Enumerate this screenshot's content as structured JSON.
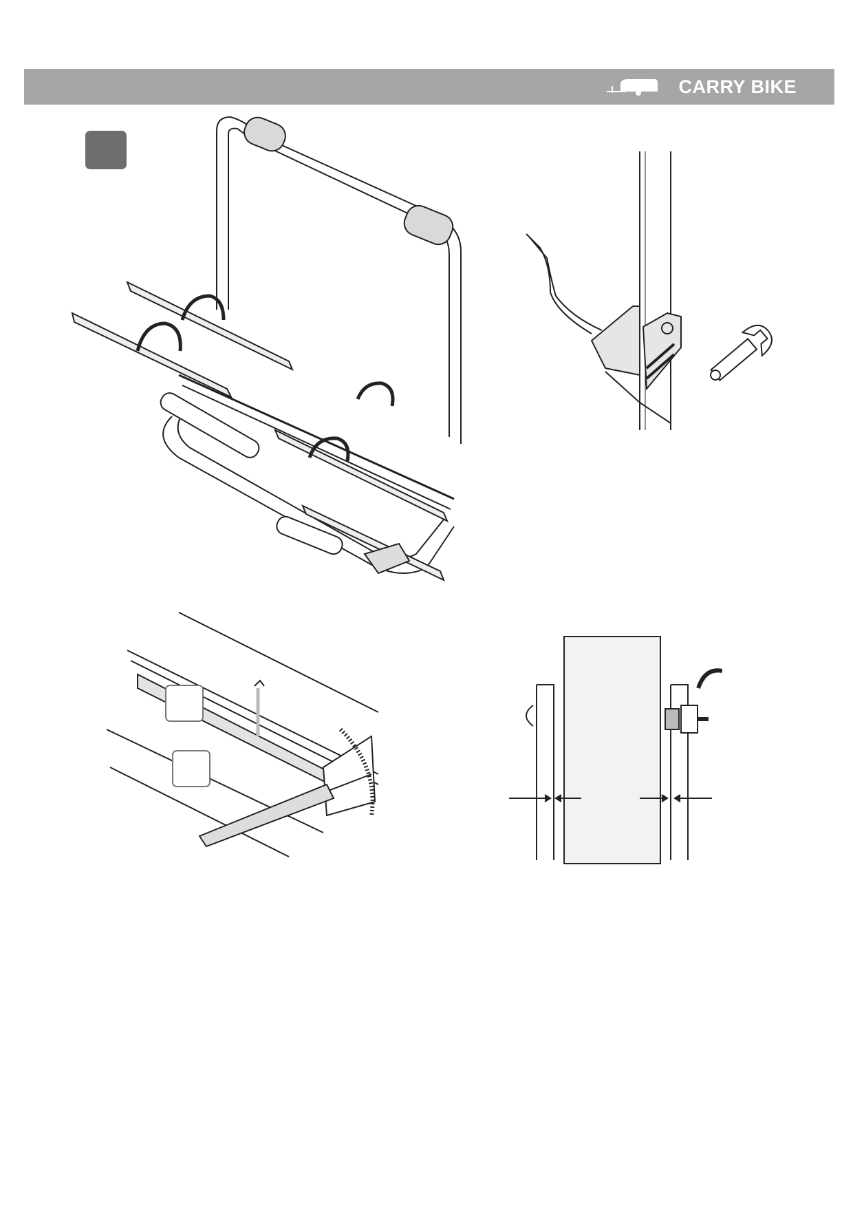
{
  "header": {
    "brand_title": "CARRY BIKE",
    "logo_icon": "caravan-logo-icon",
    "band_color": "#a6a6a6"
  },
  "step_badge": {
    "color": "#6e6e6e"
  },
  "figures": {
    "rack_icon": "bike-rack-illustration",
    "joint_icon": "hinge-joint-illustration",
    "wrench_icon": "wrench-icon",
    "detail_icon": "rail-detail-illustration",
    "section_icon": "bolt-cross-section-illustration"
  }
}
